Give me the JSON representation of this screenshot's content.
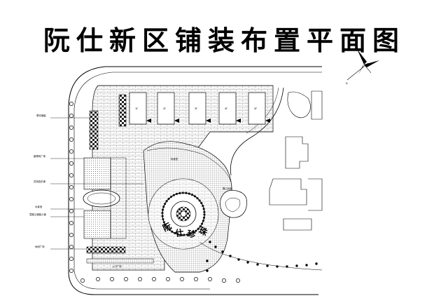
{
  "title": "阮仕新区铺装布置平面图",
  "plaza_text": [
    "阮",
    "仕",
    "珍",
    "珠"
  ],
  "callouts": [
    {
      "label": "草坪铺装"
    },
    {
      "label": "嵌草砖广场"
    },
    {
      "label": "花岗岩步道"
    },
    {
      "label": "水景池"
    },
    {
      "label": "混凝土铺装小道"
    },
    {
      "label": "休闲广场"
    }
  ],
  "building_labels": [
    "1F",
    "2F",
    "3F",
    "4F",
    "5F"
  ],
  "small_labels": {
    "center_left": "标准层",
    "pond": "假山水景",
    "bottom_strip": "入口广场"
  },
  "colors": {
    "line": "#000000",
    "grid": "#7a7a7a",
    "paper": "#ffffff"
  },
  "icons": [
    "north-arrow-icon"
  ]
}
